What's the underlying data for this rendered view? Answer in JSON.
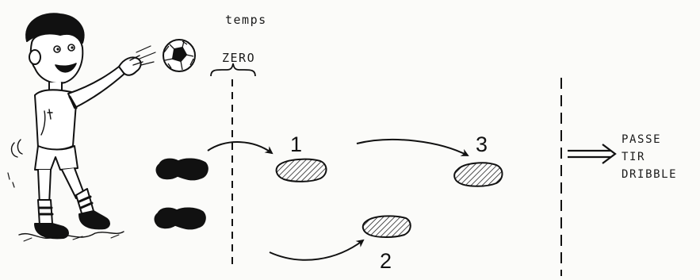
{
  "labels": {
    "time_top": "temps",
    "time_bottom": "ZERO",
    "position_1": "1",
    "position_2": "2",
    "position_3": "3"
  },
  "outcomes": [
    "PASSE",
    "TIR",
    "DRIBBLE"
  ],
  "icons": {
    "thrower": "boy-throwing-ball",
    "ball": "soccer-ball-icon",
    "start_marker": "dark-footprint",
    "target_marker": "hatched-footprint",
    "implies": "double-arrow"
  }
}
